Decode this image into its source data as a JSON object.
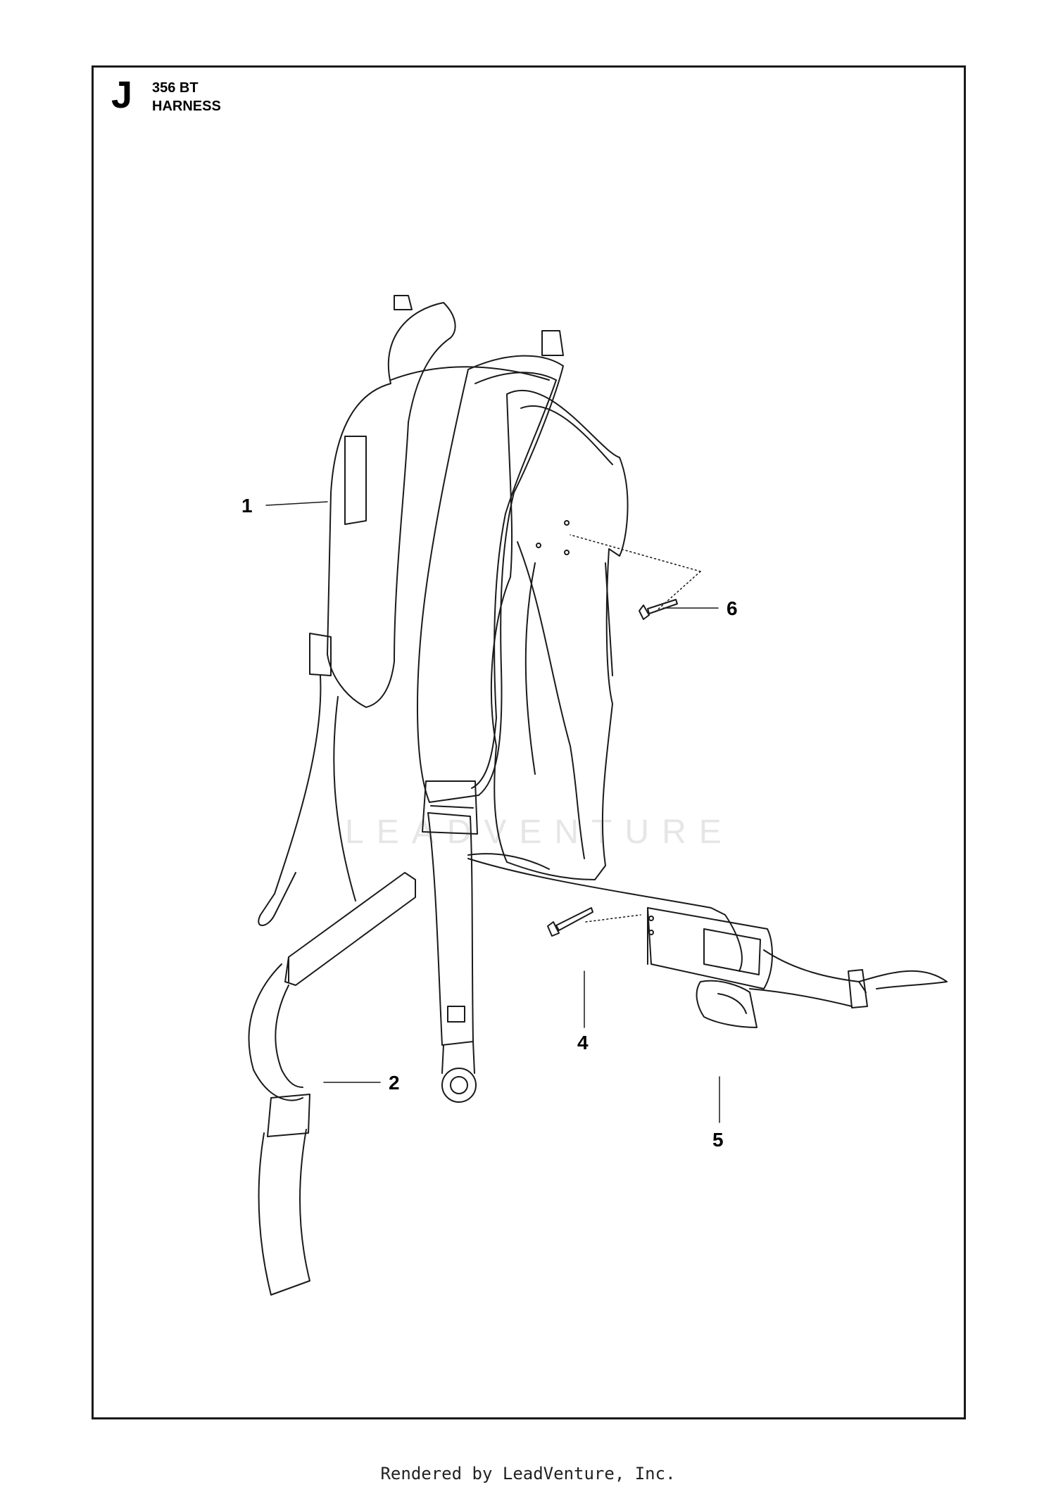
{
  "header": {
    "section_letter": "J",
    "model": "356 BT",
    "title": "HARNESS"
  },
  "callouts": [
    {
      "id": "1",
      "label": "1",
      "part": "shoulder-harness"
    },
    {
      "id": "2",
      "label": "2",
      "part": "buckle"
    },
    {
      "id": "4",
      "label": "4",
      "part": "screw"
    },
    {
      "id": "5",
      "label": "5",
      "part": "belt-clip"
    },
    {
      "id": "6",
      "label": "6",
      "part": "screw"
    }
  ],
  "watermark": "LEADVENTURE",
  "footer": "Rendered by LeadVenture, Inc."
}
